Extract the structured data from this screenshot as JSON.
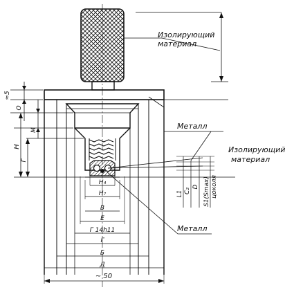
{
  "labels": {
    "insulating_top": [
      "Изолирующий",
      "материал"
    ],
    "insulating_right": [
      "Изолирующий",
      "материал"
    ],
    "metal_upper": "Металл",
    "metal_lower": "Металл"
  },
  "dimensions": {
    "left": {
      "s5": "≈5",
      "o": "О",
      "m": "М",
      "n": "Н",
      "g": "Г"
    },
    "inner": {
      "h4": "Н₄",
      "h7": "Н₇",
      "v": "В",
      "e": "Е",
      "i4h11": "Г 14h11",
      "g_cap": "Г",
      "b": "Б",
      "d": "Д",
      "approx50": "~ 50"
    },
    "right": {
      "l1": "L1",
      "c2": "C₂",
      "d": "D",
      "s1": "S1(Smax)",
      "cokolya": "цоколя"
    }
  }
}
